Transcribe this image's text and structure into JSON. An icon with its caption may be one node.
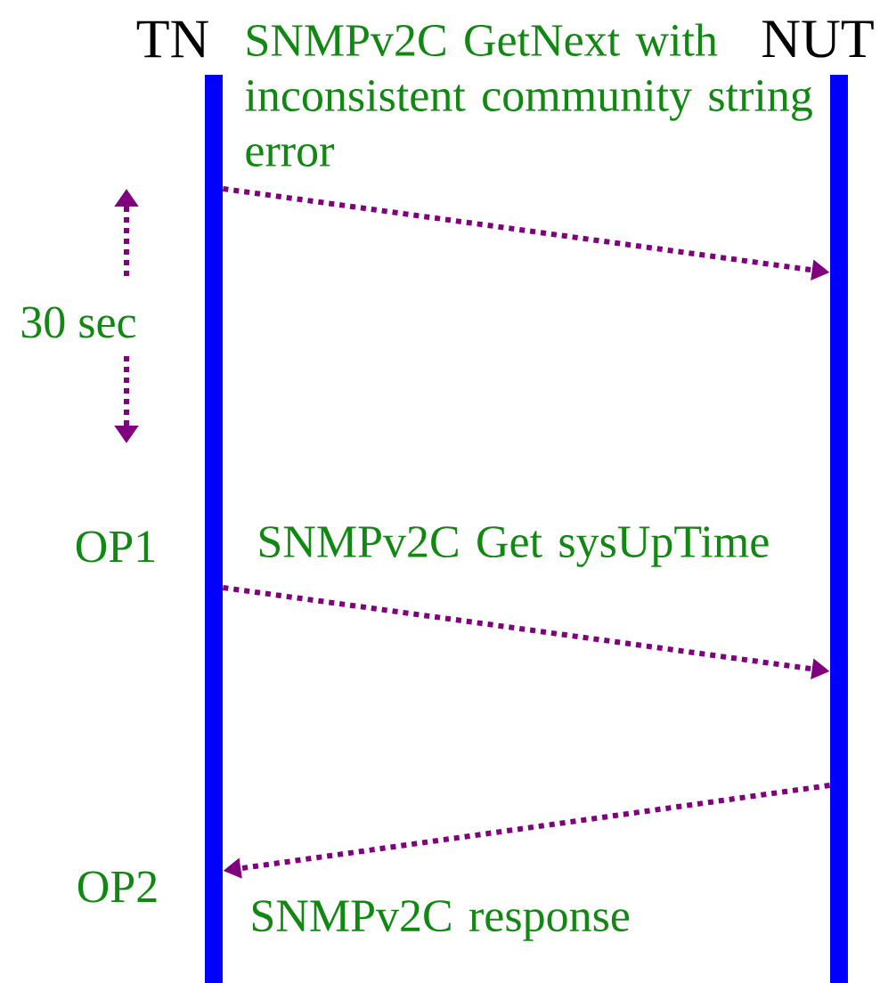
{
  "diagram": {
    "nodes": [
      {
        "text": [
          "TN"
        ]
      },
      {
        "text": [
          "NUT"
        ]
      }
    ],
    "edges": [
      {
        "from": 0,
        "to": 1,
        "arrow": "to",
        "label": "SNMPv2C GetNext with inconsistent community string error"
      },
      {
        "from": 0,
        "to": 1,
        "arrow": "to",
        "label": "SNMPv2C Get sysUpTime"
      },
      {
        "from": 1,
        "to": 0,
        "arrow": "to",
        "label": "SNMPv2C response"
      }
    ],
    "labels": [
      "30 sec",
      "OP1",
      "OP2"
    ]
  }
}
